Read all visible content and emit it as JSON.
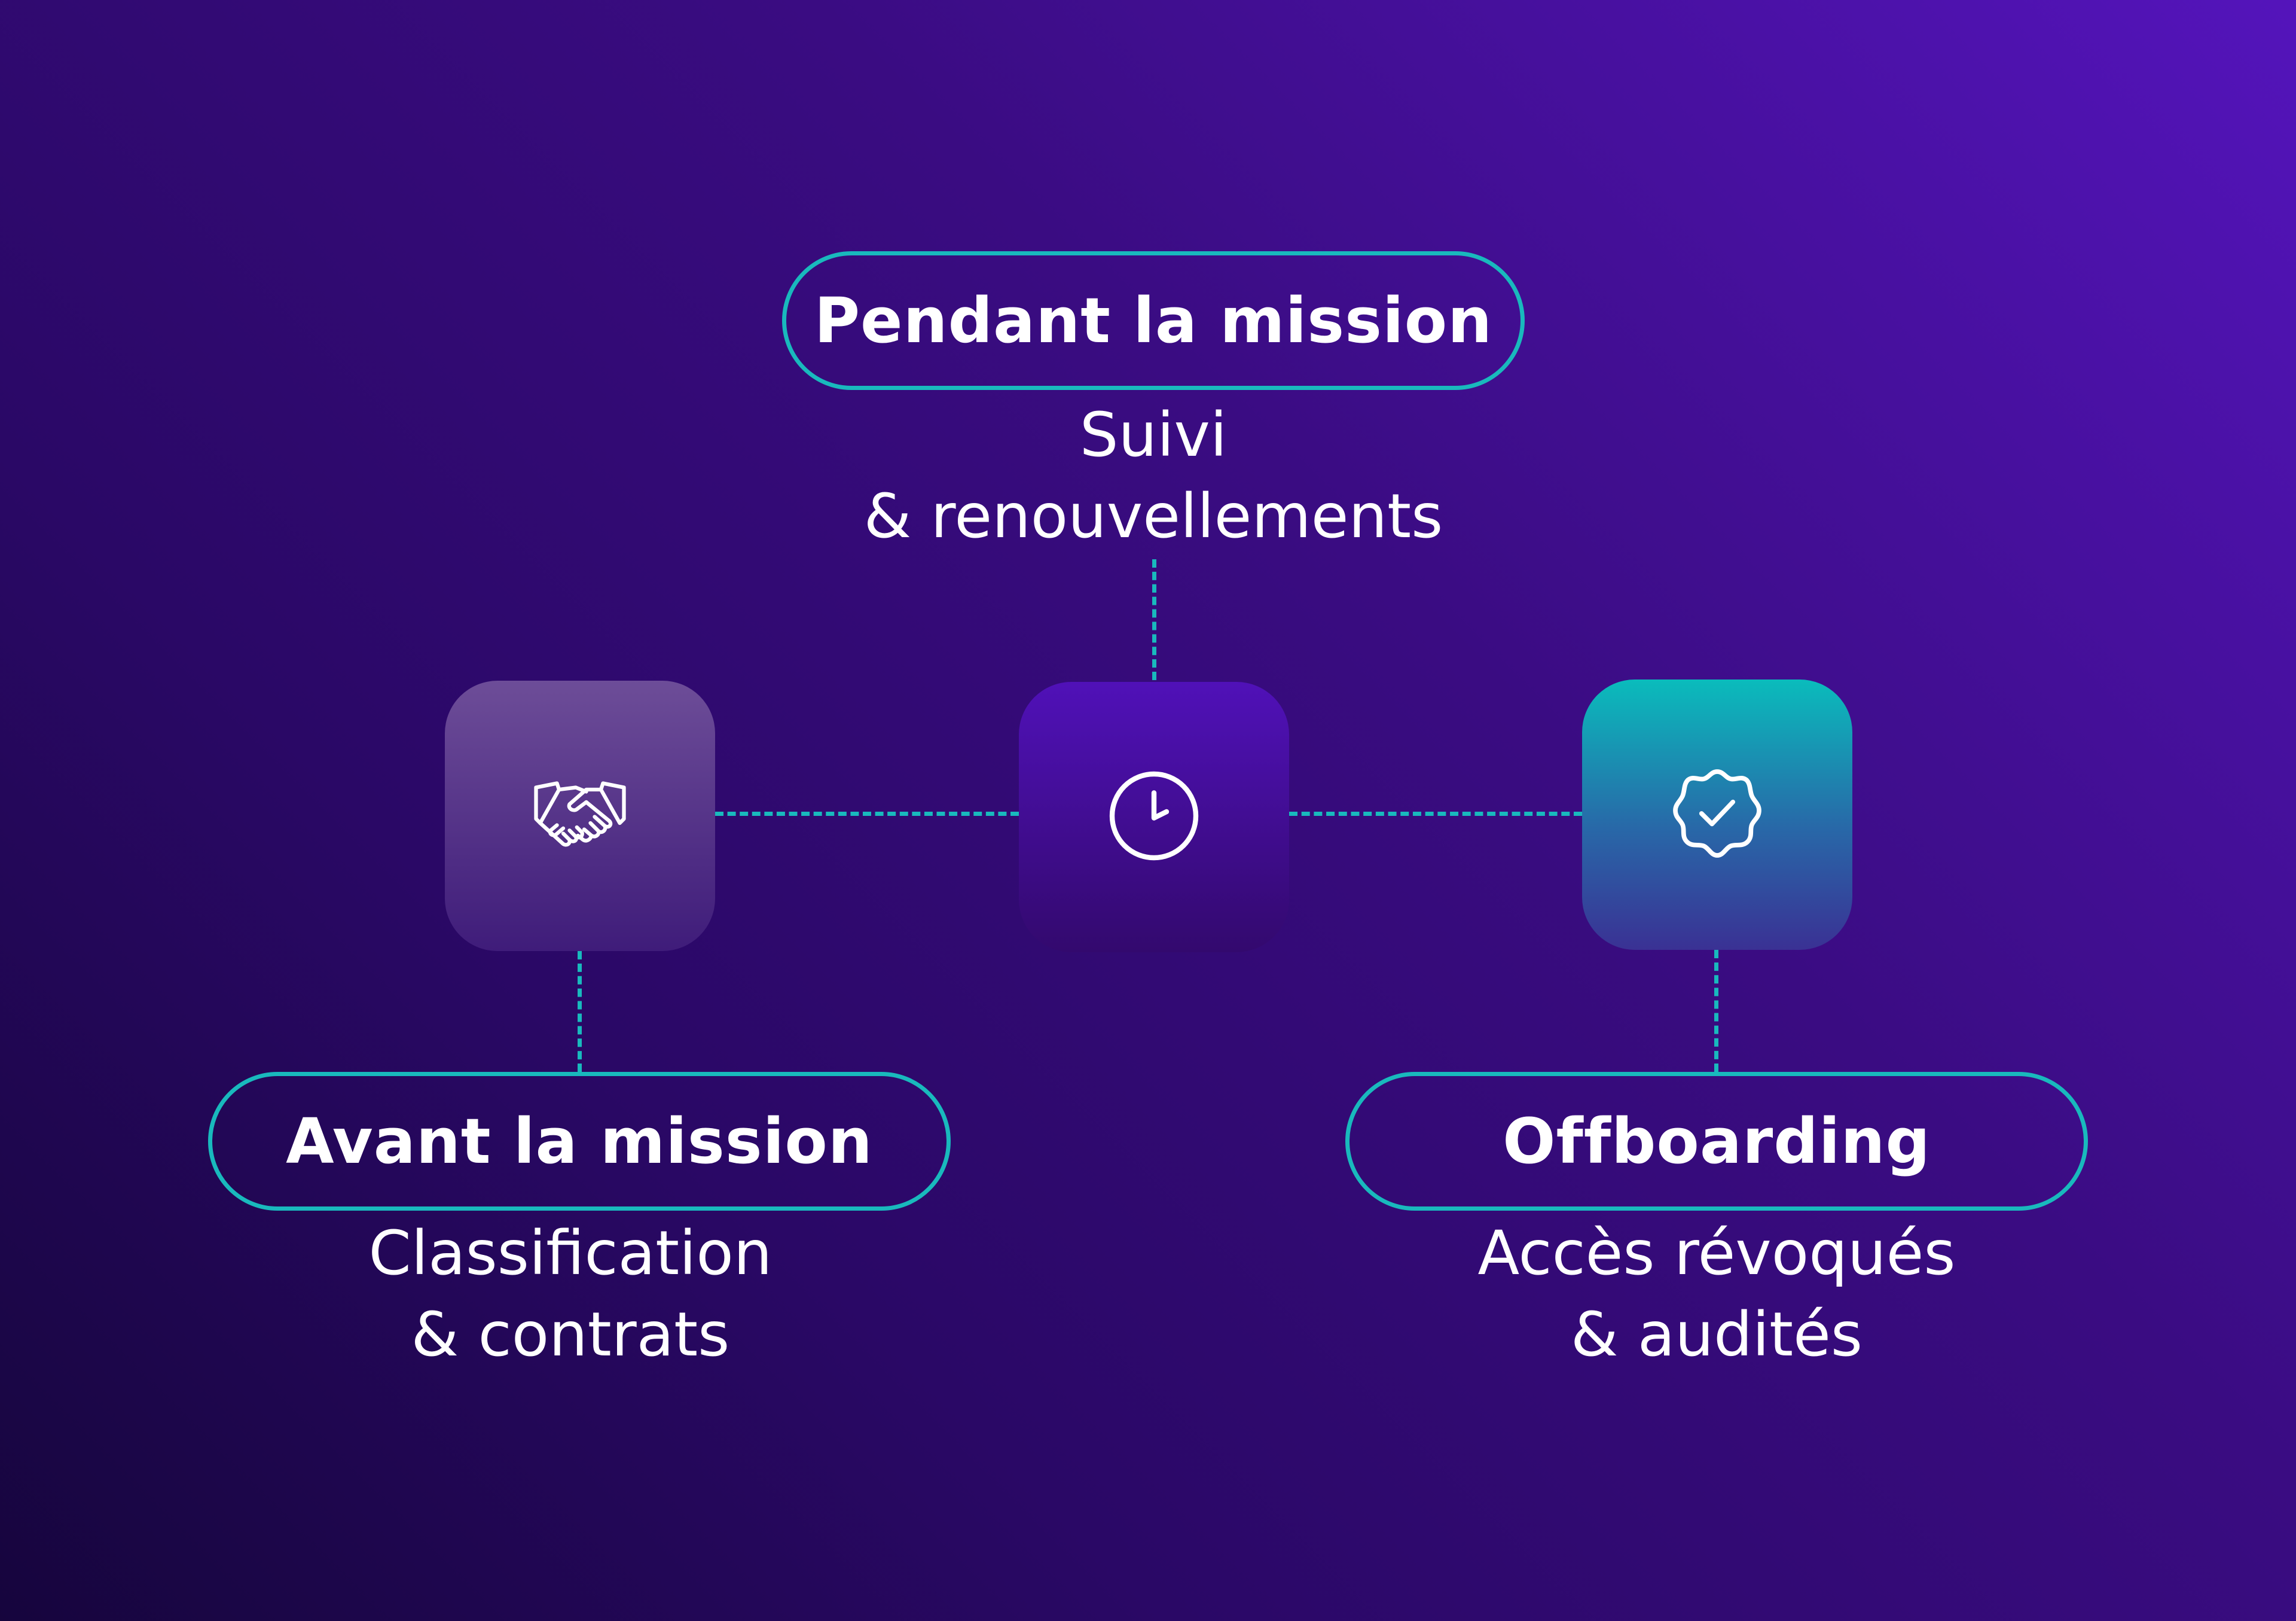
{
  "steps": {
    "during": {
      "title": "Pendant la mission",
      "line1": "Suivi",
      "line2": "& renouvellements",
      "icon": "clock-icon"
    },
    "before": {
      "title": "Avant la mission",
      "line1": "Classification",
      "line2": "& contrats",
      "icon": "handshake-icon"
    },
    "after": {
      "title": "Offboarding",
      "line1": "Accès révoqués",
      "line2": "& audités",
      "icon": "verified-badge-icon"
    }
  },
  "colors": {
    "accent": "#19b9bd",
    "background_top_right": "#5414bb",
    "background_bottom_left": "#16053d",
    "text": "#ffffff"
  }
}
